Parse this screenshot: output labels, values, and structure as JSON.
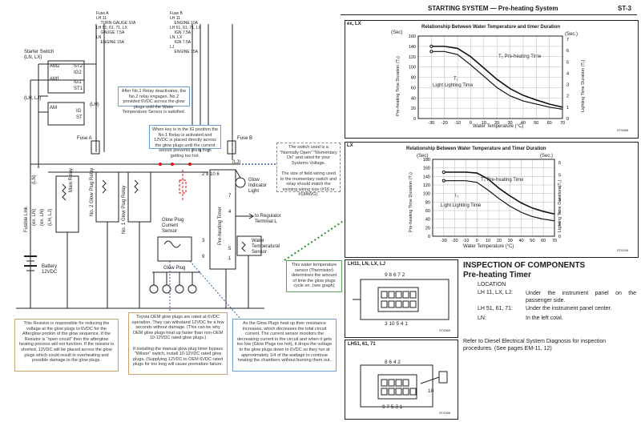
{
  "page": {
    "title": "STARTING SYSTEM — Pre-heating System",
    "page_number": "ST-3"
  },
  "schematic": {
    "fuse_a_text": "Fuse A\nLH 11\n    TURN-GAUGE 10A\nLH 51, 61, 71, LX\n    GAUGE 7.5A\nLN\n    ENGINE 15A",
    "fuse_b_text": "Fuse B\nLH 11\n    ENGINE 10A\nLH 51, 61, 71, LX\n    IGN 7.5A\nLN, LX\n    IGN 7.5A\nLJ\n    ENGINE 15A",
    "starter_switch": "Starter Switch\n(LN, LX)",
    "lh_lj": "(LH, LJ)",
    "lh": "(LH)",
    "am1": "AM1",
    "am2": "AM2",
    "ig1": "IG1",
    "ig2": "IG2",
    "st1": "ST1",
    "st2": "ST2",
    "ig": "IG",
    "st": "ST",
    "am": "AM",
    "fuse_a_label": "Fuse A",
    "fuse_b_label": "Fuse B",
    "lj_label": "(LJ)",
    "glow_indicator": "Glow\nIndicator\nLight",
    "main_relay": "Main Relay",
    "glow_plug_relay_2": "No. 2 Glow Plug Relay",
    "glow_plug_relay_1": "No. 1 Glow Plug Relay",
    "glow_plug_current_sensor": "Glow Plug\nCurrent\nSensor",
    "glow_plug": "Glow Plug",
    "preheating_timer": "Pre-heating Timer",
    "to_regulator": "to Regulator\nTerminal L",
    "water_temp_sensor": "Water\nTemperatural\nSensor",
    "fusible_link": "Fusible Link",
    "battery": "Battery\n12VDC",
    "ln": "(LN)",
    "ex_ln": "(ex. LN)",
    "ex_ln2": "(ex. LN)",
    "lh_lj2": "(LH, LJ)",
    "pins_top": "2   8   10   6",
    "pin_7": "7",
    "pin_4": "4",
    "pin_5": "5",
    "pin_3": "3",
    "pin_9": "9",
    "pin_1": "1"
  },
  "notes": {
    "relay_note": "After No.1 Relay deactivates, the No.2 relay engages. No.2 provided 6VDC across the glow plugs until the Water Temperature Sensor is satisfied.",
    "key_note": "When key is in the IG position the No.1 Relay is activated and 12VDC is placed directly across the glow plugs until the current sensor prevents them from getting too hot.",
    "switch_note": "The switch used is a \"Normally Open\" \"Momentary On\" and rated for your Systems Voltage.\n\nThe size of field wiring used to the momentary switch and relay should match the existing wiring size (#16 or #18AWG).",
    "resistor_note": "This Resistor is responsible for reducing the voltage at the glow plugs to 6VDC for the Afterglow portion of the glow sequence. If the Resistor is \"open circuit\" then the afterglow heating process will not function. If the resistor is shorted, 12VDC will be placed across the glow plugs which could result in overheating and possible damage to the glow plugs.",
    "oem_note": "Toyota OEM glow plugs are rated at 6VDC operation. They can withstand 12VDC for a few seconds without damage. (This can be why OEM glow plugs heat up faster than non-OEM 10-12VDC rated glow plugs.)\n\nIf installing the manual glow plug timer bypass \"Wilson\" switch, install 10-12VDC rated glow plugs. (Supplying 12VDC to OEM 6VDC rated plugs for too long will cause premature failure.",
    "heatup_note": "As the Glow Plugs heat up their resistance increases, which decreases the total circuit current. The current sensor monitors the decreasing current in the circuit and when it gets too low (Glow Plugs too hot), it drops the voltage to the glow plugs down to 6VDC so they run at approximately 1/4 of the wattage to continue heating the chambers without burning them out.",
    "thermistor_note": "This water temperature sensor (Thermistor) determines the amount of time the glow plugs cycle on. (see graph)"
  },
  "chart_top": {
    "tag": "ex, LX",
    "title": "Relationship Between Water Temperature and timer Duration",
    "left_unit": "(Sec)",
    "right_unit": "(Sec.)",
    "ylabel_left": "Pre-heating Time Duration (T₂)",
    "ylabel_right": "Lighting Time Duration (T₁)",
    "xlabel": "Water Temperature (°C)",
    "left_ticks": [
      "160",
      "140",
      "120",
      "100",
      "80",
      "60",
      "40",
      "20",
      "0"
    ],
    "right_ticks": [
      "7",
      "6",
      "5",
      "4",
      "3",
      "2",
      "1",
      "0"
    ],
    "x_ticks": [
      "-30",
      "-20",
      "-10",
      "0",
      "10",
      "20",
      "30",
      "40",
      "50",
      "60",
      "70"
    ],
    "t2_label": "T₂ Pre-heating Time",
    "t1_label": "T₁",
    "light_label": "Light Lighting Time",
    "code": "ST0068"
  },
  "chart_bottom": {
    "tag": "LX",
    "title": "Relationship Between Water Temperature and Timer Duration",
    "left_unit": "(Sec)",
    "right_unit": "(Sec.)",
    "ylabel_left": "Pre-heating Time Duration (T₂)",
    "ylabel_right": "Lighting Time Duration (T₁)",
    "xlabel": "Water Temperature (°C)",
    "left_ticks": [
      "180",
      "160",
      "140",
      "120",
      "100",
      "80",
      "60",
      "40",
      "20",
      "0"
    ],
    "right_ticks": [
      "6",
      "5",
      "4",
      "3",
      "2",
      "1",
      "0"
    ],
    "x_ticks": [
      "-30",
      "-20",
      "-10",
      "0",
      "10",
      "20",
      "30",
      "40",
      "50",
      "60",
      "70"
    ],
    "t2_label": "T₂ Pre-heating Time",
    "t1_label": "T₁",
    "light_label": "Light Lighting Time",
    "code": "ST0195"
  },
  "chart_data": [
    {
      "type": "line",
      "x": [
        -30,
        -20,
        -10,
        0,
        10,
        20,
        30,
        40,
        50,
        60,
        70
      ],
      "series": [
        {
          "name": "T₂ Pre-heating Time",
          "values": [
            140,
            140,
            136,
            120,
            98,
            76,
            58,
            45,
            36,
            28,
            22
          ]
        },
        {
          "name": "Light Lighting Time",
          "values": [
            130,
            130,
            124,
            104,
            82,
            60,
            44,
            34,
            28,
            22,
            18
          ]
        }
      ],
      "xlim": [
        -40,
        70
      ],
      "ylim": [
        0,
        160
      ],
      "xlabel": "Water Temperature (°C)",
      "ylabel": "Pre-heating Time Duration (T₂)"
    },
    {
      "type": "line",
      "x": [
        -30,
        -20,
        -10,
        0,
        10,
        20,
        30,
        40,
        50,
        60,
        70
      ],
      "series": [
        {
          "name": "T₂ Pre-heating Time",
          "values": [
            150,
            150,
            150,
            148,
            134,
            112,
            94,
            78,
            66,
            58,
            52
          ]
        },
        {
          "name": "Light Lighting Time",
          "values": [
            130,
            130,
            130,
            126,
            108,
            88,
            70,
            56,
            46,
            40,
            36
          ]
        }
      ],
      "xlim": [
        -40,
        70
      ],
      "ylim": [
        0,
        180
      ],
      "xlabel": "Water Temperature (°C)",
      "ylabel": "Pre-heating Time Duration (T₂)"
    }
  ],
  "connectors": {
    "lh11_title": "LH11, LN, LX, LJ",
    "lh11_top_pins": "9 8 6      7 2",
    "lh11_bottom_pins": "3 10 5 4    1",
    "lh11_code": "ST0065",
    "lh51_title": "LH51, 61, 71",
    "lh51_top_pins": "8 6      4 2",
    "lh51_bottom_pins": "9 7 5 3 1",
    "lh51_side_pins": "10",
    "lh51_code": "ST0066"
  },
  "inspection": {
    "heading": "INSPECTION OF COMPONENTS",
    "subheading": "Pre-heating Timer",
    "location_label": "LOCATION",
    "rows": [
      {
        "model": "LH 11, LX, LJ:",
        "text": "Under the instrument panel on the passenger side."
      },
      {
        "model": "LH 51, 61, 71:",
        "text": "Under the instrument panel center."
      },
      {
        "model": "LN:",
        "text": "In the left cowl."
      }
    ],
    "refer": "Refer to Diesel Electrical System Diagnosis for inspection procedures. (See pages EM-11, 12)"
  }
}
